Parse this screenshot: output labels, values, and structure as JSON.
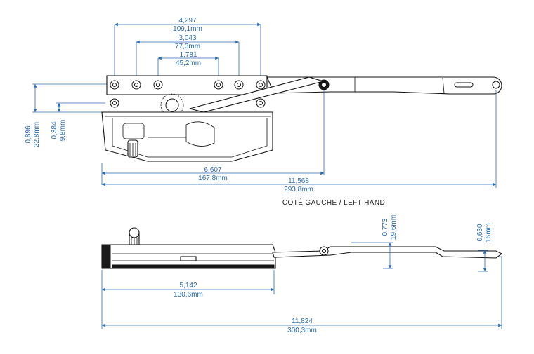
{
  "caption": "COTÉ GAUCHE / LEFT HAND",
  "top_view": {
    "dim_4297": {
      "in": "4,297",
      "mm": "109,1mm"
    },
    "dim_3043": {
      "in": "3,043",
      "mm": "77,3mm"
    },
    "dim_1781": {
      "in": "1,781",
      "mm": "45,2mm"
    },
    "dim_0896": {
      "in": "0,896",
      "mm": "22,8mm"
    },
    "dim_0384": {
      "in": "0,384",
      "mm": "9,8mm"
    },
    "dim_6607": {
      "in": "6,607",
      "mm": "167,8mm"
    },
    "dim_11568": {
      "in": "11,568",
      "mm": "293,8mm"
    }
  },
  "side_view": {
    "dim_0773": {
      "in": "0,773",
      "mm": "19,6mm"
    },
    "dim_0630": {
      "in": "0,630",
      "mm": "16mm"
    },
    "dim_5142": {
      "in": "5,142",
      "mm": "130,6mm"
    },
    "dim_11824": {
      "in": "11,824",
      "mm": "300,3mm"
    }
  }
}
